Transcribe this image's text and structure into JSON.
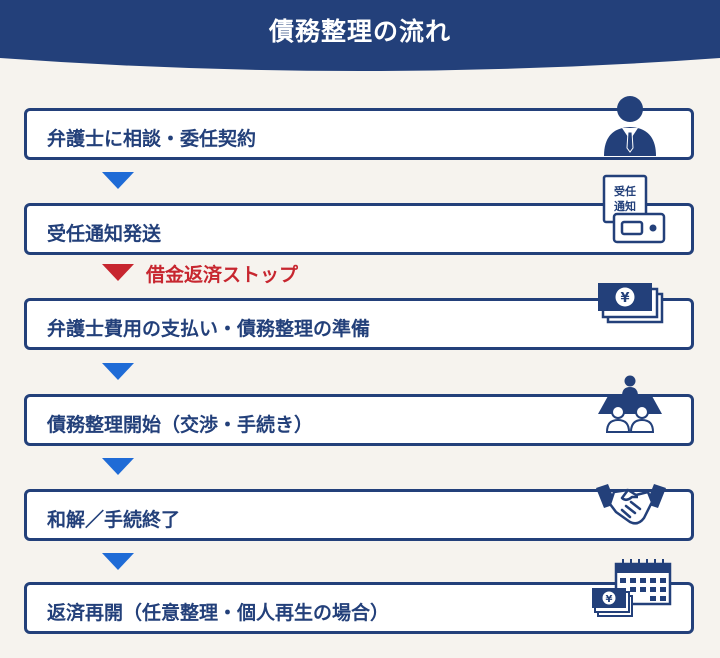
{
  "header": {
    "title": "債務整理の流れ",
    "color": "#23407a"
  },
  "steps": [
    {
      "label": "弁護士に相談・委任契約",
      "icon": "lawyer-icon"
    },
    {
      "label": "受任通知発送",
      "icon": "notice-document-icon"
    },
    {
      "label": "弁護士費用の支払い・債務整理の準備",
      "icon": "yen-banknotes-icon"
    },
    {
      "label": "債務整理開始（交渉・手続き）",
      "icon": "negotiation-meeting-icon"
    },
    {
      "label": "和解／手続終了",
      "icon": "handshake-icon"
    },
    {
      "label": "返済再開（任意整理・個人再生の場合）",
      "icon": "calendar-payment-icon"
    }
  ],
  "note": {
    "text": "借金返済ストップ",
    "color": "#c7262f"
  },
  "stamp": {
    "line1": "受任",
    "line2": "通知"
  },
  "currency_symbol": "¥",
  "colors": {
    "navy": "#23407a",
    "arrow_blue": "#1f6bd6",
    "red": "#c7262f",
    "background": "#f6f3ee"
  }
}
